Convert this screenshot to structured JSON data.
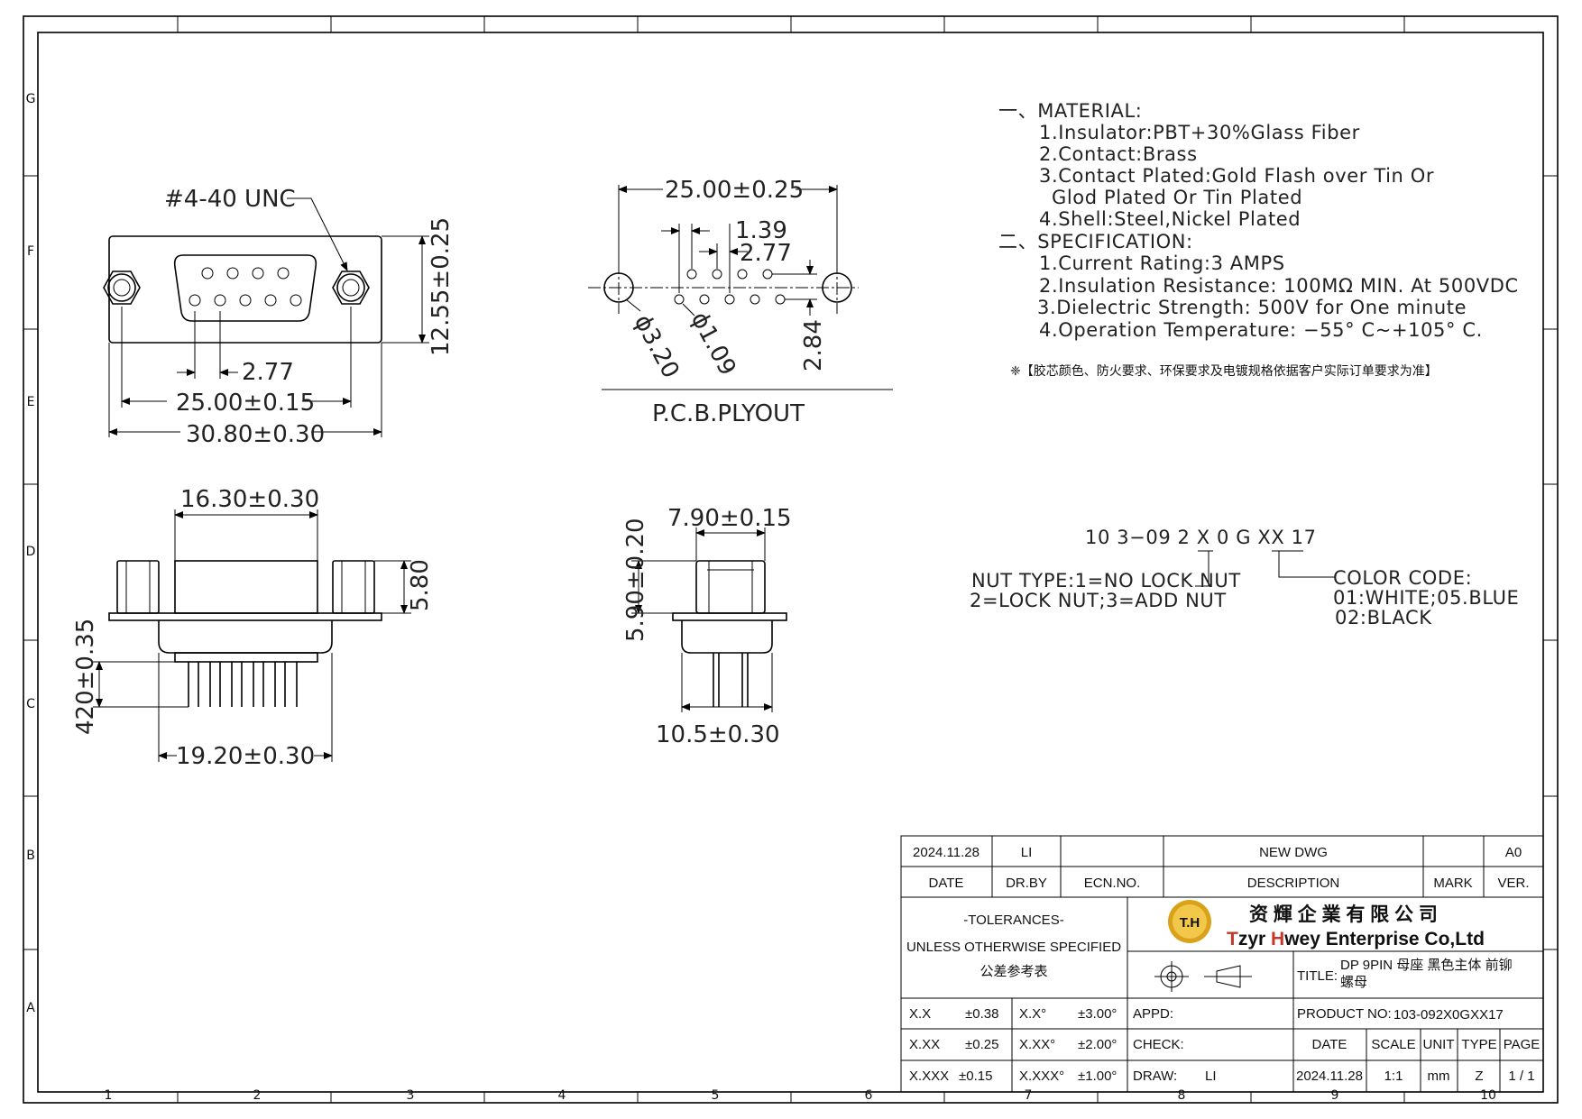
{
  "zones": {
    "columns": [
      "1",
      "2",
      "3",
      "4",
      "5",
      "6",
      "7",
      "8",
      "9",
      "10"
    ],
    "rows": [
      "G",
      "F",
      "E",
      "D",
      "C",
      "B",
      "A"
    ]
  },
  "front_view": {
    "thread_callout": "#4-40  UNC",
    "pin_pitch": "2.77",
    "mount_pitch": "25.00±0.15",
    "overall_width": "30.80±0.30",
    "overall_height": "12.55±0.25"
  },
  "pcb_layout": {
    "mount_pitch": "25.00±0.25",
    "pin_offset": "1.39",
    "pin_pitch": "2.77",
    "mount_hole": "ϕ3.20",
    "pin_hole": "ϕ1.09",
    "row_pitch": "2.84",
    "caption": "P.C.B.PLYOUT"
  },
  "side_view": {
    "shell_width": "16.30±0.30",
    "nut_height": "5.80",
    "pin_length": "420±0.35",
    "body_width": "19.20±0.30"
  },
  "end_view": {
    "top_width": "7.90±0.15",
    "height": "5.90±0.20",
    "flange_width": "10.5±0.30"
  },
  "notes": {
    "material_heading": "一、MATERIAL:",
    "material_items": [
      "1.Insulator:PBT+30%Glass Fiber",
      "2.Contact:Brass",
      "3.Contact Plated:Gold Flash over Tin Or",
      "Glod Plated Or Tin Plated",
      "4.Shell:Steel,Nickel Plated"
    ],
    "spec_heading": "二、SPECIFICATION:",
    "spec_items": [
      "1.Current Rating:3 AMPS",
      "2.Insulation Resistance: 100MΩ MIN. At 500VDC",
      "3.Dielectric Strength: 500V for One minute",
      "4.Operation Temperature: −55° C~+105° C."
    ],
    "chinese_note": "❈【胶芯颜色、防火要求、环保要求及电镀规格依据客户实际订单要求为准】"
  },
  "part_number": {
    "code": "10 3−09 2 X 0 G XX 17",
    "nut_type_line1": "NUT TYPE:1=NO LOCK NUT",
    "nut_type_line2": "2=LOCK NUT;3=ADD NUT",
    "color_line1": "COLOR CODE:",
    "color_line2": "01:WHITE;05.BLUE",
    "color_line3": "02:BLACK"
  },
  "title_block": {
    "rev_date": "2024.11.28",
    "rev_by": "LI",
    "rev_ecn": "",
    "rev_desc": "NEW DWG",
    "rev_mark": "",
    "rev_ver": "A0",
    "h_date": "DATE",
    "h_drby": "DR.BY",
    "h_ecn": "ECN.NO.",
    "h_desc": "DESCRIPTION",
    "h_mark": "MARK",
    "h_ver": "VER.",
    "tol_title": "-TOLERANCES-",
    "tol_sub": "UNLESS OTHERWISE SPECIFIED",
    "tol_cn": "公差参考表",
    "logo_text": "T.H",
    "company_cn": "资 輝 企 業 有 限 公 司",
    "company_en_t": "T",
    "company_en_zyr": "zyr ",
    "company_en_h": "H",
    "company_en_rest": "wey Enterprise Co,Ltd",
    "title_label": "TITLE:",
    "title_line1": "DP 9PIN 母座 黑色主体 前铆",
    "title_line2": "螺母",
    "tol_rows": [
      {
        "a": "X.X",
        "b": "±0.38",
        "c": "X.X°",
        "d": "±3.00°"
      },
      {
        "a": "X.XX",
        "b": "±0.25",
        "c": "X.XX°",
        "d": "±2.00°"
      },
      {
        "a": "X.XXX",
        "b": "±0.15",
        "c": "X.XXX°",
        "d": "±1.00°"
      }
    ],
    "appd_label": "APPD:",
    "check_label": "CHECK:",
    "draw_label": "DRAW:",
    "draw_value": "LI",
    "product_label": "PRODUCT NO:",
    "product_value": "103-092X0GXX17",
    "h2_date": "DATE",
    "h2_scale": "SCALE",
    "h2_unit": "UNIT",
    "h2_type": "TYPE",
    "h2_page": "PAGE",
    "v_date": "2024.11.28",
    "v_scale": "1:1",
    "v_unit": "mm",
    "v_type": "Z",
    "v_page": "1 / 1"
  }
}
